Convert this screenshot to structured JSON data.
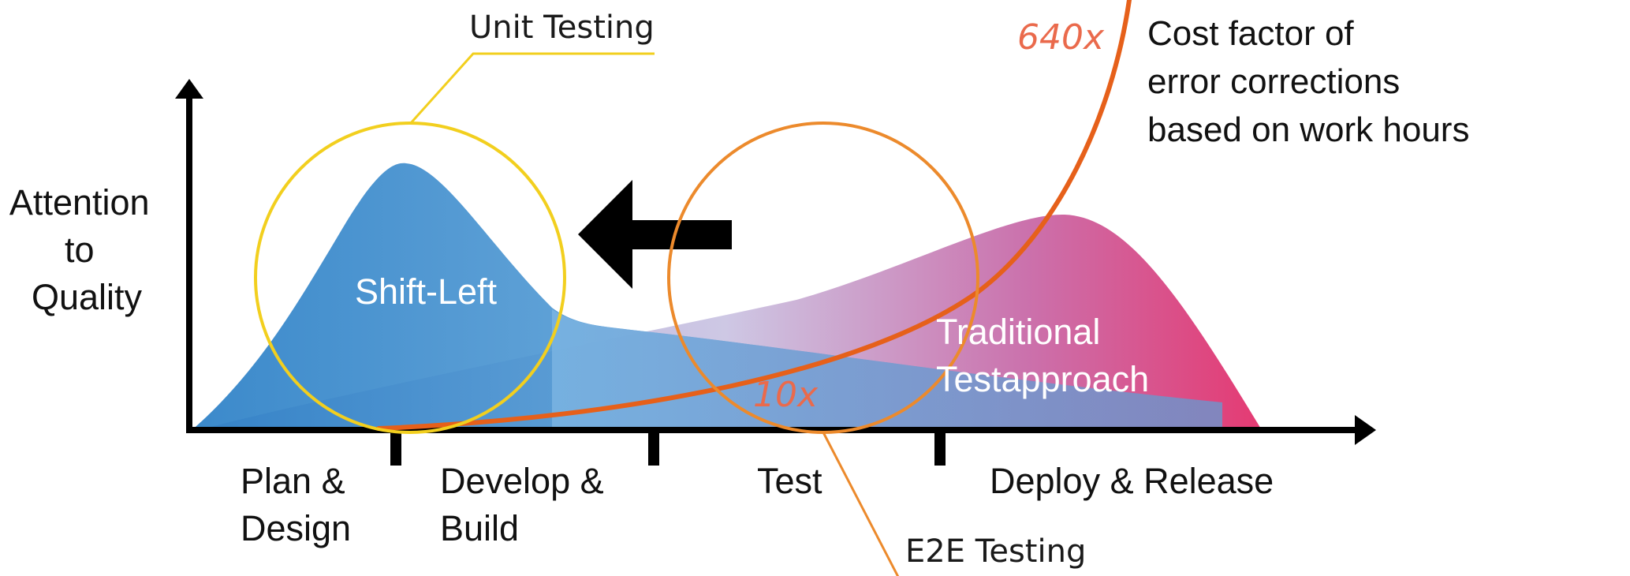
{
  "y_axis_label": [
    "Attention",
    "to",
    "Quality"
  ],
  "phases": [
    [
      "Plan &",
      "Design"
    ],
    [
      "Develop &",
      "Build"
    ],
    [
      "Test"
    ],
    [
      "Deploy & Release"
    ]
  ],
  "shift_left_label": "Shift-Left",
  "traditional_label": [
    "Traditional",
    "Testapproach"
  ],
  "unit_testing_label": "Unit Testing",
  "e2e_testing_label": "E2E Testing",
  "cost_label_low": "10x",
  "cost_label_high": "640x",
  "cost_factor_text": [
    "Cost factor of",
    "error corrections",
    "based on work hours"
  ],
  "colors": {
    "axis": "#000000",
    "shift_left_blue_dark": "#2a7fc6",
    "shift_left_blue_light": "#7db4e0",
    "traditional_lavender": "#cbc5e3",
    "traditional_magenta": "#e0306b",
    "unit_testing_circle": "#f2cf1e",
    "e2e_testing_circle": "#ec8a2c",
    "cost_curve": "#e6601a",
    "cost_label": "#ea6a4c"
  }
}
